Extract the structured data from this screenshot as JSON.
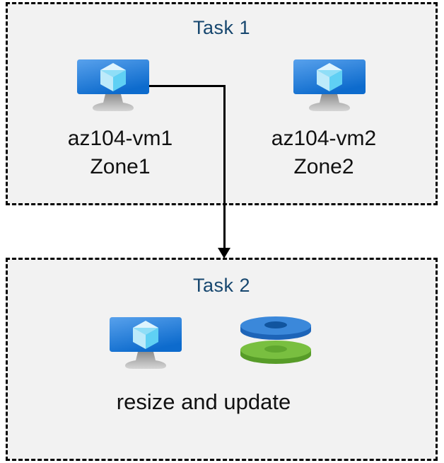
{
  "task1": {
    "title": "Task 1",
    "vms": [
      {
        "name": "az104-vm1",
        "zone": "Zone1"
      },
      {
        "name": "az104-vm2",
        "zone": "Zone2"
      }
    ]
  },
  "task2": {
    "title": "Task 2",
    "caption": "resize and update"
  },
  "icons": {
    "vm": "vm-monitor-icon",
    "disks": "stacked-disks-icon",
    "arrow": "arrow-down-connector"
  },
  "colors": {
    "title_text": "#17476f",
    "label_text": "#111111",
    "box_background": "#f2f2f2",
    "box_border": "#000000",
    "monitor_blue_light": "#58a1ec",
    "monitor_blue_dark": "#0d6bcd",
    "cube_light": "#dff4fd",
    "cube_cyan": "#5fd0f4",
    "disk_blue_top": "#3b88da",
    "disk_blue_side": "#1d64b8",
    "disk_blue_hole": "#11559f",
    "disk_green_top": "#79bf40",
    "disk_green_side": "#579c28",
    "disk_green_hole": "#60a72f",
    "arrow": "#000000"
  }
}
